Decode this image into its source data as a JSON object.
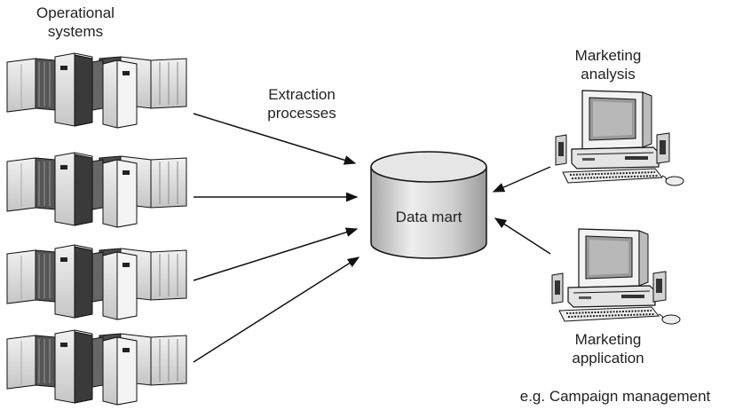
{
  "labels": {
    "operational_line1": "Operational",
    "operational_line2": "systems",
    "extraction_line1": "Extraction",
    "extraction_line2": "processes",
    "data_mart": "Data mart",
    "analysis_line1": "Marketing",
    "analysis_line2": "analysis",
    "application_line1": "Marketing",
    "application_line2": "application",
    "campaign_note": "e.g. Campaign management"
  },
  "icons": {
    "source_systems": [
      "server-rack-icon",
      "server-rack-icon",
      "server-rack-icon",
      "server-rack-icon"
    ],
    "data_store": "database-cylinder-icon",
    "workstations": [
      "desktop-computer-icon",
      "desktop-computer-icon"
    ]
  },
  "colors": {
    "cylinder_light": "#eeeeee",
    "cylinder_dark": "#a9a9a9",
    "server_light": "#d9d9d9",
    "server_dark": "#4a4a4a",
    "stroke": "#111111"
  }
}
